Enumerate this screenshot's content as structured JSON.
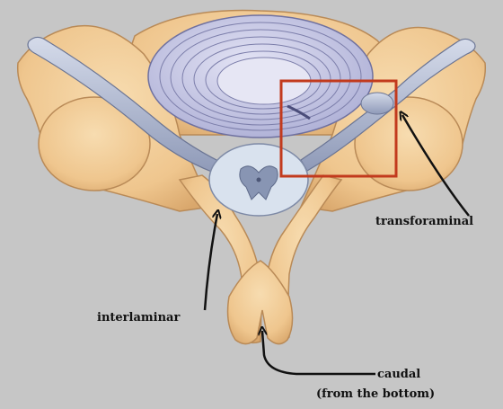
{
  "labels": {
    "transforaminal": "transforaminal",
    "interlaminar": "interlaminar",
    "caudal_line1": "caudal",
    "caudal_line2": "(from the bottom)"
  },
  "colors": {
    "background": "#c6c6c6",
    "bone": "#f1cf9c",
    "bone_shadow": "#d8a870",
    "bone_outline": "#b98a57",
    "disc": "#c7c8e6",
    "disc_rings": "#7d7fab",
    "nerve": "#a9b3cc",
    "cord": "#d9e2ee",
    "highlight_box": "#c23a1d",
    "arrow": "#111111"
  }
}
